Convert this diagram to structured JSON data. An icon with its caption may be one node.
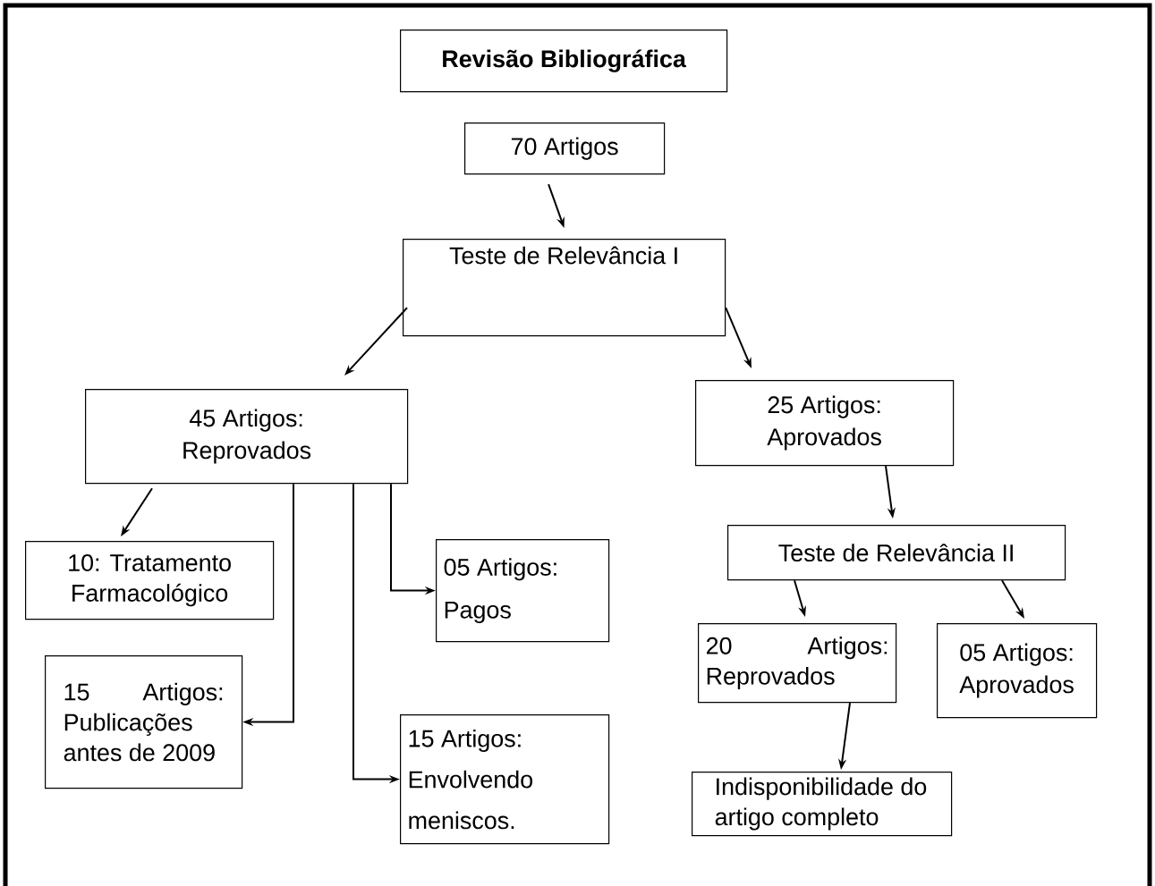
{
  "diagram": {
    "nodes": [
      {
        "text": [
          "Revisão Bibliográfica"
        ]
      },
      {
        "text": [
          "70 Artigos"
        ]
      },
      {
        "text": [
          "Teste de Relevância I"
        ]
      },
      {
        "text": [
          "45 Artigos: Reprovados"
        ]
      },
      {
        "text": [
          "25 Artigos: Aprovados"
        ]
      },
      {
        "text": [
          "10: Tratamento Farmacológico"
        ]
      },
      {
        "text": [
          "05 Artigos: Pagos"
        ]
      },
      {
        "text": [
          "15 Artigos: Publicações antes de 2009"
        ]
      },
      {
        "text": [
          "15 Artigos: Envolvendo meniscos."
        ]
      },
      {
        "text": [
          "Teste de Relevância II"
        ]
      },
      {
        "text": [
          "20 Artigos: Reprovados"
        ]
      },
      {
        "text": [
          "05 Artigos: Aprovados"
        ]
      },
      {
        "text": [
          "Indisponibilidade do artigo completo"
        ]
      }
    ],
    "edges": [
      {
        "from": 1,
        "to": 2,
        "arrow": "to"
      },
      {
        "from": 2,
        "to": 3,
        "arrow": "to"
      },
      {
        "from": 2,
        "to": 4,
        "arrow": "to"
      },
      {
        "from": 3,
        "to": 5,
        "arrow": "to"
      },
      {
        "from": 3,
        "to": 6,
        "arrow": "to"
      },
      {
        "from": 3,
        "to": 7,
        "arrow": "to"
      },
      {
        "from": 3,
        "to": 8,
        "arrow": "to"
      },
      {
        "from": 4,
        "to": 9,
        "arrow": "to"
      },
      {
        "from": 9,
        "to": 10,
        "arrow": "to"
      },
      {
        "from": 9,
        "to": 11,
        "arrow": "to"
      },
      {
        "from": 10,
        "to": 12,
        "arrow": "to"
      }
    ]
  }
}
